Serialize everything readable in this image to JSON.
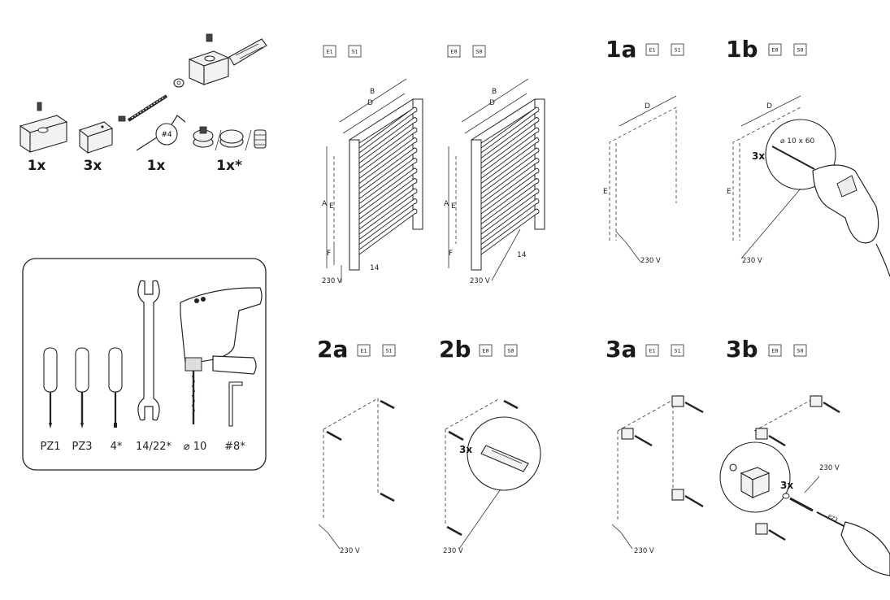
{
  "parts": {
    "groups": [
      {
        "name": "wall-bracket",
        "qty": "1x"
      },
      {
        "name": "holder",
        "qty": "3x"
      },
      {
        "name": "allen-key",
        "qty": "1x"
      },
      {
        "name": "valve-caps",
        "qty": "1x*"
      }
    ],
    "allen_key_size": "#4"
  },
  "tools": {
    "items": [
      {
        "name": "screwdriver-pz1",
        "label": "PZ1"
      },
      {
        "name": "screwdriver-pz3",
        "label": "PZ3"
      },
      {
        "name": "screwdriver-4",
        "label": "4*"
      },
      {
        "name": "wrench",
        "label": "14/22*"
      },
      {
        "name": "drill",
        "label": "⌀ 10"
      },
      {
        "name": "hex-key",
        "label": "#8*"
      }
    ]
  },
  "tags": {
    "e1": "E1",
    "s1": "S1",
    "e8": "E8",
    "s8": "S8"
  },
  "dimensions": {
    "a": "A",
    "b": "B",
    "d": "D",
    "e": "E",
    "f": "F",
    "h14": "14"
  },
  "voltage": "230 V",
  "drill_spec": "⌀ 10 x 60",
  "hole_count": "3x",
  "screwdriver_tag": "PZ3",
  "steps": [
    {
      "id": "1a",
      "label": "1a"
    },
    {
      "id": "1b",
      "label": "1b"
    },
    {
      "id": "2a",
      "label": "2a"
    },
    {
      "id": "2b",
      "label": "2b"
    },
    {
      "id": "3a",
      "label": "3a"
    },
    {
      "id": "3b",
      "label": "3b"
    }
  ]
}
